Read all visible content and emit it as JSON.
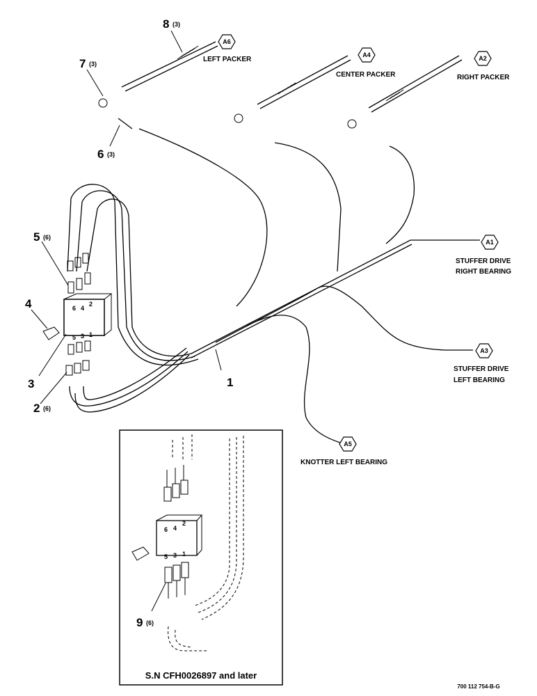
{
  "callouts": {
    "c1": {
      "num": "1",
      "qty": ""
    },
    "c2": {
      "num": "2",
      "qty": "(6)"
    },
    "c3": {
      "num": "3",
      "qty": ""
    },
    "c4": {
      "num": "4",
      "qty": ""
    },
    "c5": {
      "num": "5",
      "qty": "(6)"
    },
    "c6": {
      "num": "6",
      "qty": "(3)"
    },
    "c7": {
      "num": "7",
      "qty": "(3)"
    },
    "c8": {
      "num": "8",
      "qty": "(3)"
    },
    "c9": {
      "num": "9",
      "qty": "(6)"
    }
  },
  "connectors": {
    "a1": {
      "code": "A1",
      "line1": "STUFFER DRIVE",
      "line2": "RIGHT BEARING"
    },
    "a2": {
      "code": "A2",
      "line1": "RIGHT PACKER",
      "line2": ""
    },
    "a3": {
      "code": "A3",
      "line1": "STUFFER DRIVE",
      "line2": "LEFT BEARING"
    },
    "a4": {
      "code": "A4",
      "line1": "CENTER PACKER",
      "line2": ""
    },
    "a5": {
      "code": "A5",
      "line1": "KNOTTER LEFT BEARING",
      "line2": ""
    },
    "a6": {
      "code": "A6",
      "line1": "LEFT PACKER",
      "line2": ""
    }
  },
  "block_ports": {
    "top": [
      "6",
      "4",
      "2"
    ],
    "bottom": [
      "5",
      "3",
      "1"
    ]
  },
  "inset": {
    "caption": "S.N CFH0026897 and later",
    "ports_top": [
      "6",
      "4",
      "2"
    ],
    "ports_bottom": [
      "5",
      "3",
      "1"
    ]
  },
  "drawing_number": "700 112 754-B-G"
}
